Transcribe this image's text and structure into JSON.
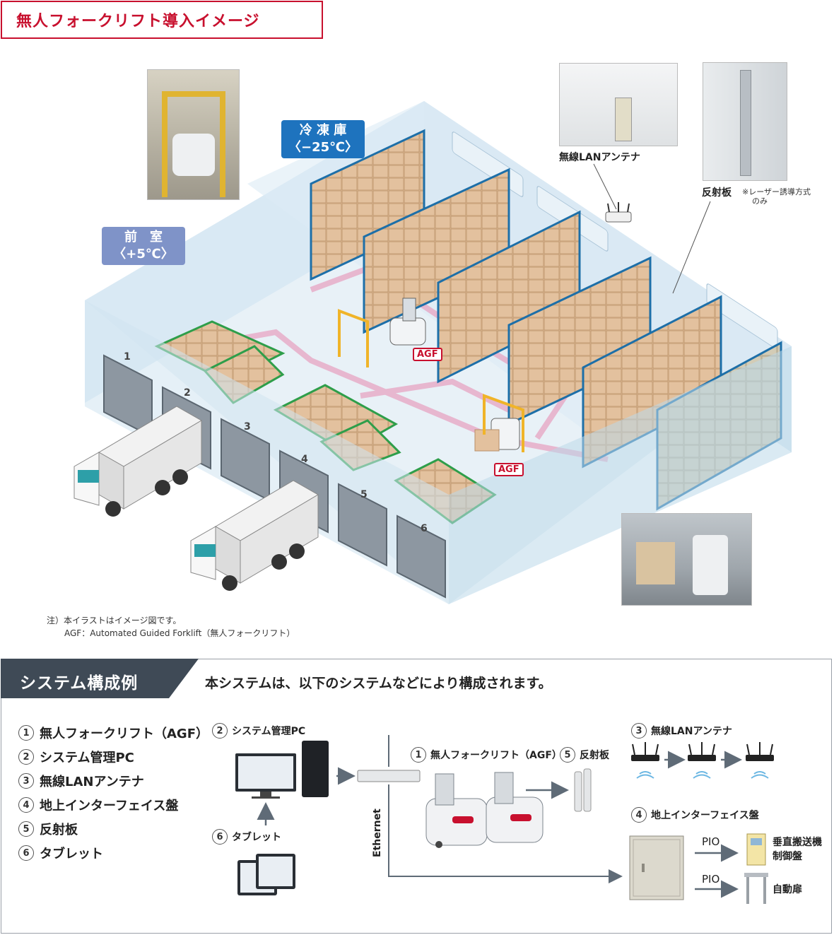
{
  "header": {
    "title": "無人フォークリフト導入イメージ"
  },
  "illustration": {
    "zone_freezer": {
      "name": "冷 凍 庫",
      "temp": "〈−25℃〉",
      "color": "#1e73be"
    },
    "zone_anteroom": {
      "name": "前　室",
      "temp": "〈+5℃〉",
      "color": "#7f93c8"
    },
    "agf_tag": "AGF",
    "dock_numbers": [
      "1",
      "2",
      "3",
      "4",
      "5",
      "6"
    ],
    "antenna_label": "無線LANアンテナ",
    "reflector_label": "反射板",
    "reflector_note_1": "※レーザー誘導方式",
    "reflector_note_2": "のみ",
    "note_line1": "注）本イラストはイメージ図です。",
    "note_line2": "AGF：Automated Guided Forklift（無人フォークリフト）"
  },
  "system": {
    "heading": "システム構成例",
    "lead": "本システムは、以下のシステムなどにより構成されます。",
    "legend": [
      {
        "num": "1",
        "label": "無人フォークリフト（AGF）"
      },
      {
        "num": "2",
        "label": "システム管理PC"
      },
      {
        "num": "3",
        "label": "無線LANアンテナ"
      },
      {
        "num": "4",
        "label": "地上インターフェイス盤"
      },
      {
        "num": "5",
        "label": "反射板"
      },
      {
        "num": "6",
        "label": "タブレット"
      }
    ],
    "pc_label": {
      "num": "2",
      "text": "システム管理PC"
    },
    "tablet_label": {
      "num": "6",
      "text": "タブレット"
    },
    "agf_label": {
      "num": "1",
      "text": "無人フォークリフト（AGF）"
    },
    "reflector_label": {
      "num": "5",
      "text": "反射板"
    },
    "antenna_label": {
      "num": "3",
      "text": "無線LANアンテナ"
    },
    "panel_label": {
      "num": "4",
      "text": "地上インターフェイス盤"
    },
    "ethernet": "Ethernet",
    "pio1": "PIO",
    "pio2": "PIO",
    "target1_line1": "垂直搬送機",
    "target1_line2": "制御盤",
    "target2": "自動扉",
    "accent": "#c8102e",
    "header_bg": "#3f4a56"
  }
}
